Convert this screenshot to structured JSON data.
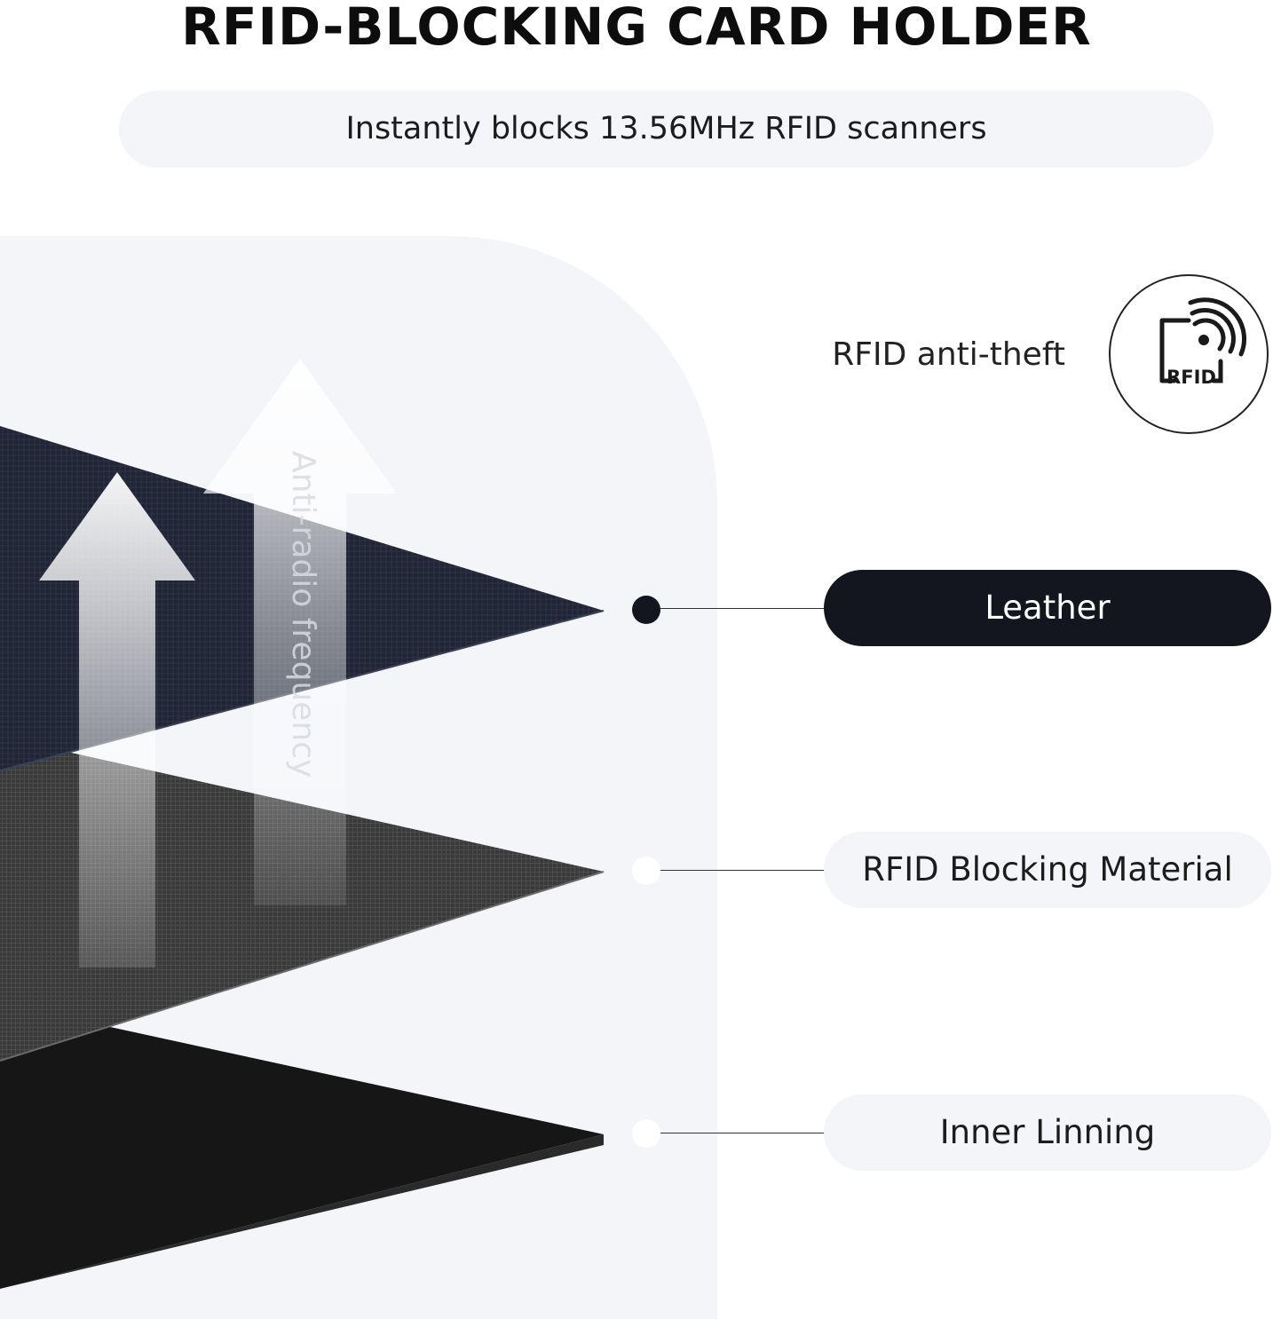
{
  "header": {
    "title": "RFID-BLOCKING CARD HOLDER",
    "subtitle": "Instantly blocks 13.56MHz RFID scanners"
  },
  "feature": {
    "label": "RFID anti-theft",
    "badge_icon": "rfid-signal-icon",
    "badge_text": "RFID"
  },
  "arrow_text": {
    "tall": "Anti-radio frequency",
    "short": ""
  },
  "layers": [
    {
      "label": "Leather",
      "style": "dark"
    },
    {
      "label": "RFID Blocking Material",
      "style": "light"
    },
    {
      "label": "Inner Linning",
      "style": "light"
    }
  ],
  "colors": {
    "dark_pill": "#13161f",
    "light_pill": "#f3f5f9",
    "leather": "#1f2433",
    "blocking_material": "#3c3c3c",
    "inner_lining": "#151515"
  }
}
